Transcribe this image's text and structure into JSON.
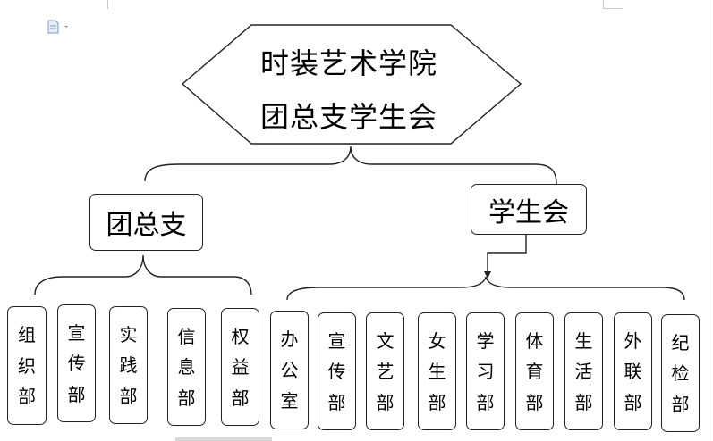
{
  "title": {
    "line1": "时装艺术学院",
    "line2": "团总支学生会"
  },
  "branches": {
    "left": {
      "label": "团总支"
    },
    "right": {
      "label": "学生会"
    }
  },
  "departments": [
    {
      "id": "zuzhi",
      "chars": [
        "组",
        "织",
        "部"
      ]
    },
    {
      "id": "xuanchuan-a",
      "chars": [
        "宣",
        "传",
        "部"
      ]
    },
    {
      "id": "shijian",
      "chars": [
        "实",
        "践",
        "部"
      ]
    },
    {
      "id": "xinxi",
      "chars": [
        "信",
        "息",
        "部"
      ]
    },
    {
      "id": "quanyi",
      "chars": [
        "权",
        "益",
        "部"
      ]
    },
    {
      "id": "bangong",
      "chars": [
        "办",
        "公",
        "室"
      ]
    },
    {
      "id": "xuanchuan-b",
      "chars": [
        "宣",
        "传",
        "部"
      ]
    },
    {
      "id": "wenyi",
      "chars": [
        "文",
        "艺",
        "部"
      ]
    },
    {
      "id": "nvsheng",
      "chars": [
        "女",
        "生",
        "部"
      ]
    },
    {
      "id": "xuexi",
      "chars": [
        "学",
        "习",
        "部"
      ]
    },
    {
      "id": "tiyu",
      "chars": [
        "体",
        "育",
        "部"
      ]
    },
    {
      "id": "shenghuo",
      "chars": [
        "生",
        "活",
        "部"
      ]
    },
    {
      "id": "wailian",
      "chars": [
        "外",
        "联",
        "部"
      ]
    },
    {
      "id": "jijian",
      "chars": [
        "纪",
        "检",
        "部"
      ]
    }
  ]
}
